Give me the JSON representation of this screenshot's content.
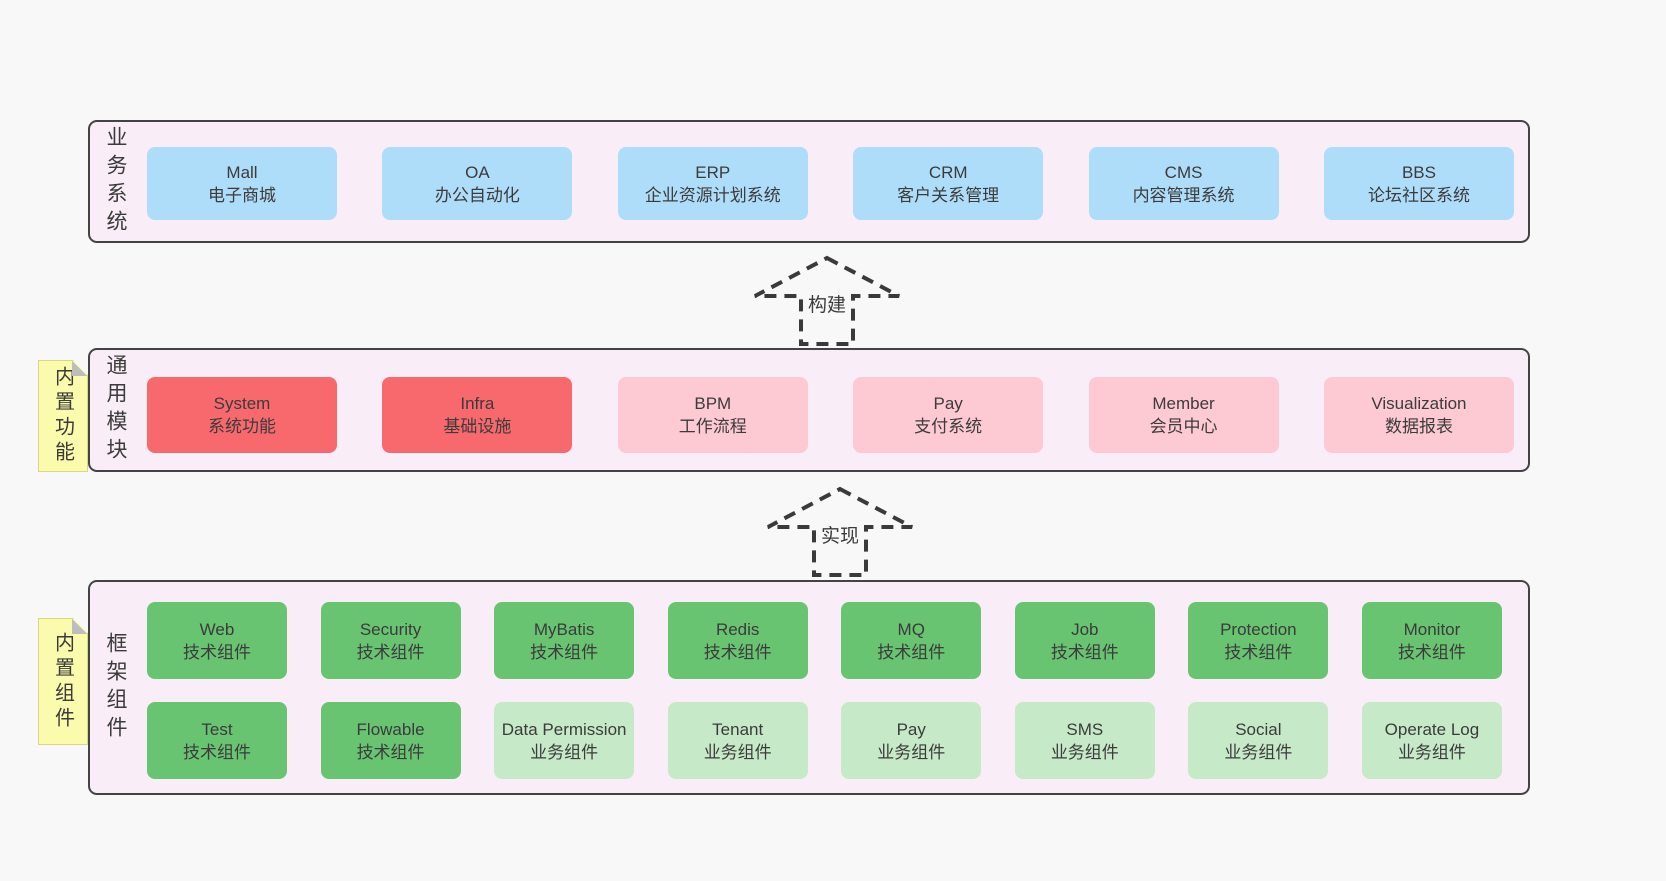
{
  "layers": {
    "business": {
      "label": "业务系统",
      "boxes": [
        {
          "en": "Mall",
          "cn": "电子商城"
        },
        {
          "en": "OA",
          "cn": "办公自动化"
        },
        {
          "en": "ERP",
          "cn": "企业资源计划系统"
        },
        {
          "en": "CRM",
          "cn": "客户关系管理"
        },
        {
          "en": "CMS",
          "cn": "内容管理系统"
        },
        {
          "en": "BBS",
          "cn": "论坛社区系统"
        }
      ]
    },
    "modules": {
      "label": "通用模块",
      "note": "内置功能",
      "boxes": [
        {
          "en": "System",
          "cn": "系统功能"
        },
        {
          "en": "Infra",
          "cn": "基础设施"
        },
        {
          "en": "BPM",
          "cn": "工作流程"
        },
        {
          "en": "Pay",
          "cn": "支付系统"
        },
        {
          "en": "Member",
          "cn": "会员中心"
        },
        {
          "en": "Visualization",
          "cn": "数据报表"
        }
      ]
    },
    "components": {
      "label": "框架组件",
      "note": "内置组件",
      "row1": [
        {
          "en": "Web",
          "cn": "技术组件"
        },
        {
          "en": "Security",
          "cn": "技术组件"
        },
        {
          "en": "MyBatis",
          "cn": "技术组件"
        },
        {
          "en": "Redis",
          "cn": "技术组件"
        },
        {
          "en": "MQ",
          "cn": "技术组件"
        },
        {
          "en": "Job",
          "cn": "技术组件"
        },
        {
          "en": "Protection",
          "cn": "技术组件"
        },
        {
          "en": "Monitor",
          "cn": "技术组件"
        }
      ],
      "row2": [
        {
          "en": "Test",
          "cn": "技术组件"
        },
        {
          "en": "Flowable",
          "cn": "技术组件"
        },
        {
          "en": "Data Permission",
          "cn": "业务组件"
        },
        {
          "en": "Tenant",
          "cn": "业务组件"
        },
        {
          "en": "Pay",
          "cn": "业务组件"
        },
        {
          "en": "SMS",
          "cn": "业务组件"
        },
        {
          "en": "Social",
          "cn": "业务组件"
        },
        {
          "en": "Operate Log",
          "cn": "业务组件"
        }
      ]
    }
  },
  "arrows": {
    "build": "构建",
    "implement": "实现"
  },
  "colors": {
    "page_background": "#f8f8f8",
    "layer_background": "#f9eef7",
    "border_dark": "#434343",
    "blue_box": "#aeddfa",
    "red_box": "#f7696d",
    "pink_box": "#fdc9d2",
    "green_box": "#68c471",
    "light_green_box": "#c6e9c7",
    "note_yellow": "#fbfbad"
  }
}
